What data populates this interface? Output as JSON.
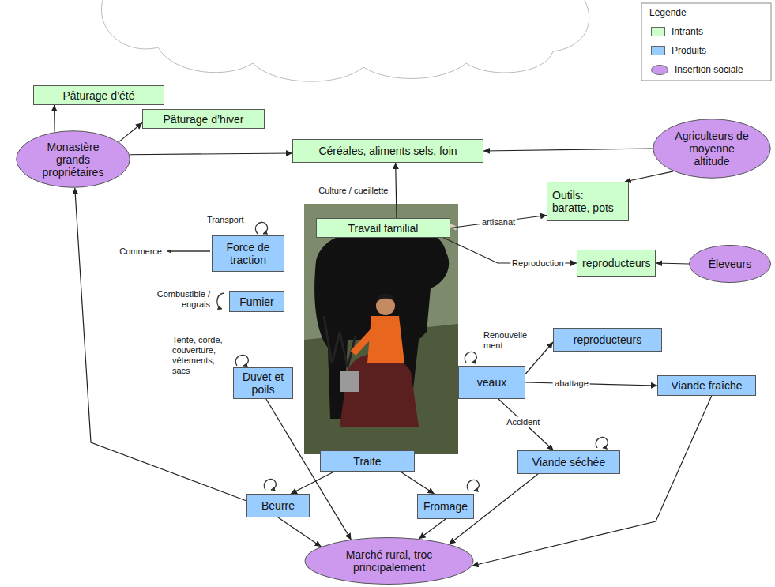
{
  "diagram": {
    "nodes": [
      {
        "text": [
          "Pâturage d’été"
        ]
      },
      {
        "text": [
          "Pâturage d’hiver"
        ]
      },
      {
        "text": [
          "Monastère grands propriétaires"
        ]
      },
      {
        "text": [
          "Céréales, aliments sels, foin"
        ]
      },
      {
        "text": [
          "Agriculteurs de moyenne altitude"
        ]
      },
      {
        "text": [
          "Travail familial"
        ]
      },
      {
        "text": [
          "Outils: baratte, pots"
        ]
      },
      {
        "text": [
          "Force de traction"
        ]
      },
      {
        "text": [
          "reproducteurs"
        ]
      },
      {
        "text": [
          "Éleveurs"
        ]
      },
      {
        "text": [
          "Fumier"
        ]
      },
      {
        "text": [
          "reproducteurs"
        ]
      },
      {
        "text": [
          "Duvet et poils"
        ]
      },
      {
        "text": [
          "veaux"
        ]
      },
      {
        "text": [
          "Viande fraîche"
        ]
      },
      {
        "text": [
          "Traite"
        ]
      },
      {
        "text": [
          "Viande séchée"
        ]
      },
      {
        "text": [
          "Beurre"
        ]
      },
      {
        "text": [
          "Fromage"
        ]
      },
      {
        "text": [
          "Marché rural, troc principalement"
        ]
      }
    ],
    "edges": [
      {
        "from": 2,
        "to": 0,
        "arrow": "to"
      },
      {
        "from": 2,
        "to": 1,
        "arrow": "to"
      },
      {
        "from": 2,
        "to": 3,
        "arrow": "to"
      },
      {
        "from": 4,
        "to": 3,
        "arrow": "to"
      },
      {
        "from": 4,
        "to": 6,
        "arrow": "to"
      },
      {
        "from": 5,
        "to": 3,
        "label": "Culture / cueillette",
        "arrow": "to"
      },
      {
        "from": 5,
        "to": 6,
        "label": "artisanat",
        "arrow": "to"
      },
      {
        "from": 5,
        "to": 8,
        "label": "Reproduction",
        "arrow": "to"
      },
      {
        "from": 9,
        "to": 8,
        "arrow": "to"
      },
      {
        "from": 13,
        "to": 11,
        "arrow": "to"
      },
      {
        "from": 13,
        "to": 14,
        "label": "abattage",
        "arrow": "to"
      },
      {
        "from": 13,
        "to": 16,
        "label": "Accident",
        "arrow": "to"
      },
      {
        "from": 15,
        "to": 17,
        "arrow": "to"
      },
      {
        "from": 15,
        "to": 18,
        "arrow": "to"
      },
      {
        "from": 17,
        "to": 2,
        "arrow": "to"
      },
      {
        "from": 17,
        "to": 19,
        "arrow": "to"
      },
      {
        "from": 12,
        "to": 19,
        "arrow": "to"
      },
      {
        "from": 18,
        "to": 19,
        "arrow": "to"
      },
      {
        "from": 16,
        "to": 19,
        "arrow": "to"
      },
      {
        "from": 14,
        "to": 19,
        "arrow": "to"
      }
    ],
    "labels": [
      "Légende",
      "Transport",
      "Commerce",
      "Combustible / engrais",
      "Tente, corde, couverture, vêtements, sacs",
      "Renouvellement"
    ],
    "legend": [
      {
        "text": "Intrants",
        "color": "#ccffcc"
      },
      {
        "text": "Produits",
        "color": "#99ccff"
      },
      {
        "text": "Insertion sociale",
        "color": "#cc99ee"
      }
    ]
  }
}
